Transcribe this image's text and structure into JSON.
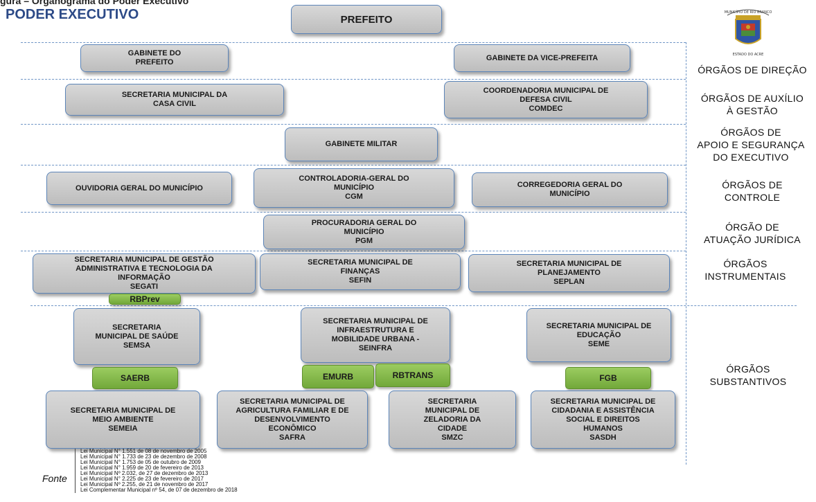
{
  "header": {
    "cut_caption": "gura – Organograma do Poder Executivo",
    "title": "PODER EXECUTIVO"
  },
  "boxes": {
    "prefeito": "PREFEITO",
    "gab_prefeito": "GABINETE DO\nPREFEITO",
    "gab_vice": "GABINETE DA VICE-PREFEITA",
    "casa_civil": "SECRETARIA MUNICIPAL DA\nCASA CIVIL",
    "comdec": "COORDENADORIA MUNICIPAL DE\nDEFESA CIVIL\nCOMDEC",
    "gab_militar": "GABINETE MILITAR",
    "ouvidoria": "OUVIDORIA GERAL DO MUNICÍPIO",
    "cgm": "CONTROLADORIA-GERAL DO\nMUNICÍPIO\nCGM",
    "corregedoria": "CORREGEDORIA GERAL DO\nMUNICÍPIO",
    "pgm": "PROCURADORIA GERAL DO\nMUNICÍPIO\nPGM",
    "segati": "SECRETARIA MUNICIPAL DE GESTÃO\nADMINISTRATIVA E TECNOLOGIA DA\nINFORMAÇÃO\nSEGATI",
    "sefin": "SECRETARIA MUNICIPAL DE\nFINANÇAS\nSEFIN",
    "seplan": "SECRETARIA MUNICIPAL DE\nPLANEJAMENTO\nSEPLAN",
    "semsa": "SECRETARIA\nMUNICIPAL DE SAÚDE\nSEMSA",
    "seinfra": "SECRETARIA MUNICIPAL DE\nINFRAESTRUTURA E\nMOBILIDADE URBANA -\nSEINFRA",
    "seme": "SECRETARIA MUNICIPAL DE\nEDUCAÇÃO\nSEME",
    "semeia": "SECRETARIA MUNICIPAL DE\nMEIO AMBIENTE\nSEMEIA",
    "safra": "SECRETARIA MUNICIPAL DE\nAGRICULTURA FAMILIAR E DE\nDESENVOLVIMENTO\nECONÔMICO\nSAFRA",
    "smzc": "SECRETARIA\nMUNICIPAL DE\nZELADORIA DA\nCIDADE\nSMZC",
    "sasdh": "SECRETARIA MUNICIPAL DE\nCIDADANIA E ASSISTÊNCIA\nSOCIAL E DIREITOS\nHUMANOS\nSASDH"
  },
  "green": {
    "rbprev": "RBPrev",
    "saerb": "SAERB",
    "emurb": "EMURB",
    "rbtrans": "RBTRANS",
    "fgb": "FGB"
  },
  "labels": {
    "direcao": "ÓRGÃOS DE DIREÇÃO",
    "auxilio": "ÓRGÃOS DE AUXÍLIO\nÀ GESTÃO",
    "apoio": "ÓRGÃOS DE\nAPOIO E SEGURANÇA\nDO EXECUTIVO",
    "controle": "ÓRGÃOS DE\nCONTROLE",
    "juridica": "ÓRGÃO DE\nATUAÇÃO JURÍDICA",
    "instrumentais": "ÓRGÃOS\nINSTRUMENTAIS",
    "substantivos": "ÓRGÃOS\nSUBSTANTIVOS"
  },
  "logo": {
    "top_text": "MUNICÍPIO DE RIO BRANCO",
    "bottom_text": "ESTADO DO ACRE",
    "colors": {
      "gold": "#c9a227",
      "blue": "#2f55a4",
      "red": "#c23b2b",
      "green": "#4c8c3a"
    }
  },
  "footer": {
    "fonte": "Fonte",
    "laws": [
      "Lei Municipal N° 1.551 de 08 de novembro de 2005",
      "Lei Municipal N° 1.733 de 23 de dezembro de 2008",
      "Lei Municipal N° 1.753 de 05 de outubro de 2009",
      "Lei Municipal N° 1.959 de 20 de fevereiro de 2013",
      "Lei Municipal Nº 2.032, de 27 de dezembro de 2013",
      "Lei Municipal N° 2.225 de 23 de fevereiro de 2017",
      "Lei Municipal Nº 2.255, de 21 de novembro de 2017",
      "Lei Complementar Municipal nº 54, de 07 de dezembro de 2018"
    ]
  }
}
